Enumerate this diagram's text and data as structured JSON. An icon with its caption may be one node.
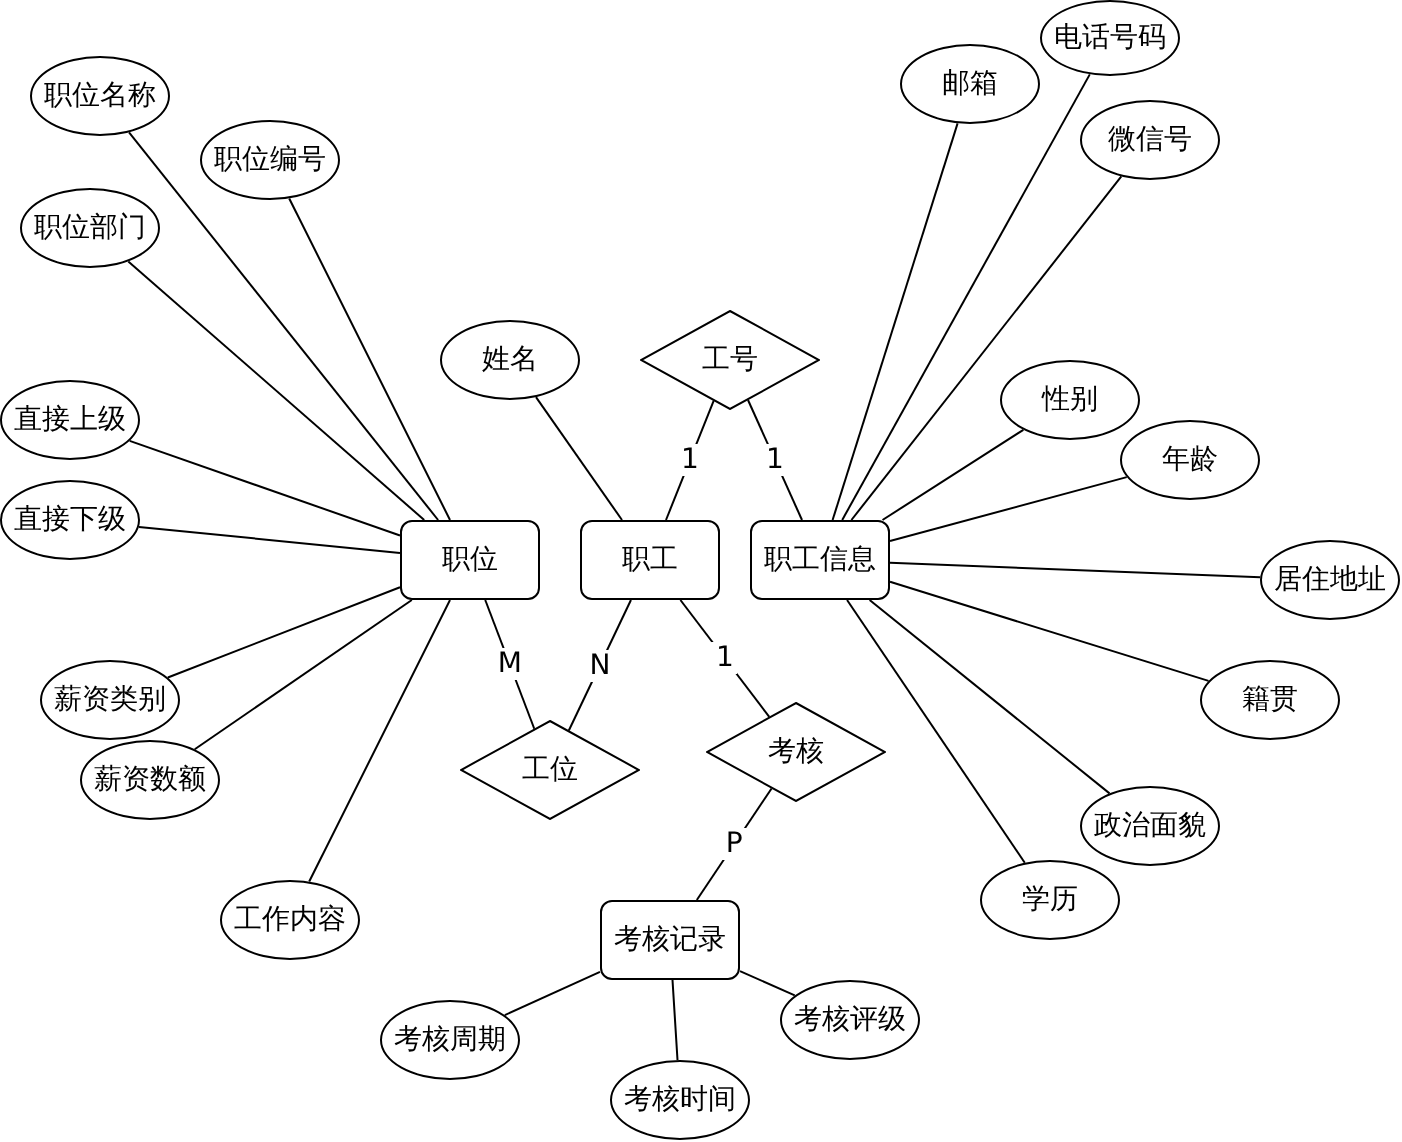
{
  "diagram": {
    "nodes": [
      {
        "text": [
          "职位名称"
        ]
      },
      {
        "text": [
          "职位编号"
        ]
      },
      {
        "text": [
          "职位部门"
        ]
      },
      {
        "text": [
          "直接上级"
        ]
      },
      {
        "text": [
          "直接下级"
        ]
      },
      {
        "text": [
          "职位"
        ]
      },
      {
        "text": [
          "姓名"
        ]
      },
      {
        "text": [
          "工号"
        ]
      },
      {
        "text": [
          "职工"
        ]
      },
      {
        "text": [
          "职工信息"
        ]
      },
      {
        "text": [
          "邮箱"
        ]
      },
      {
        "text": [
          "电话号码"
        ]
      },
      {
        "text": [
          "微信号"
        ]
      },
      {
        "text": [
          "性别"
        ]
      },
      {
        "text": [
          "年龄"
        ]
      },
      {
        "text": [
          "居住地址"
        ]
      },
      {
        "text": [
          "籍贯"
        ]
      },
      {
        "text": [
          "政治面貌"
        ]
      },
      {
        "text": [
          "学历"
        ]
      },
      {
        "text": [
          "薪资类别"
        ]
      },
      {
        "text": [
          "薪资数额"
        ]
      },
      {
        "text": [
          "工作内容"
        ]
      },
      {
        "text": [
          "工位"
        ]
      },
      {
        "text": [
          "考核"
        ]
      },
      {
        "text": [
          "考核记录"
        ]
      },
      {
        "text": [
          "考核周期"
        ]
      },
      {
        "text": [
          "考核时间"
        ]
      },
      {
        "text": [
          "考核评级"
        ]
      }
    ],
    "edges": [
      {
        "from": 0,
        "to": 5,
        "arrow": "none"
      },
      {
        "from": 1,
        "to": 5,
        "arrow": "none"
      },
      {
        "from": 2,
        "to": 5,
        "arrow": "none"
      },
      {
        "from": 3,
        "to": 5,
        "arrow": "none"
      },
      {
        "from": 4,
        "to": 5,
        "arrow": "none"
      },
      {
        "from": 19,
        "to": 5,
        "arrow": "none"
      },
      {
        "from": 20,
        "to": 5,
        "arrow": "none"
      },
      {
        "from": 21,
        "to": 5,
        "arrow": "none"
      },
      {
        "from": 6,
        "to": 8,
        "arrow": "none"
      },
      {
        "from": 7,
        "to": 8,
        "arrow": "none",
        "label": "1"
      },
      {
        "from": 7,
        "to": 9,
        "arrow": "none",
        "label": "1"
      },
      {
        "from": 10,
        "to": 9,
        "arrow": "none"
      },
      {
        "from": 11,
        "to": 9,
        "arrow": "none"
      },
      {
        "from": 12,
        "to": 9,
        "arrow": "none"
      },
      {
        "from": 13,
        "to": 9,
        "arrow": "none"
      },
      {
        "from": 14,
        "to": 9,
        "arrow": "none"
      },
      {
        "from": 15,
        "to": 9,
        "arrow": "none"
      },
      {
        "from": 16,
        "to": 9,
        "arrow": "none"
      },
      {
        "from": 17,
        "to": 9,
        "arrow": "none"
      },
      {
        "from": 18,
        "to": 9,
        "arrow": "none"
      },
      {
        "from": 5,
        "to": 22,
        "arrow": "none",
        "label": "M"
      },
      {
        "from": 8,
        "to": 22,
        "arrow": "none",
        "label": "N"
      },
      {
        "from": 8,
        "to": 23,
        "arrow": "none",
        "label": "1"
      },
      {
        "from": 23,
        "to": 24,
        "arrow": "none",
        "label": "P"
      },
      {
        "from": 25,
        "to": 24,
        "arrow": "none"
      },
      {
        "from": 26,
        "to": 24,
        "arrow": "none"
      },
      {
        "from": 27,
        "to": 24,
        "arrow": "none"
      }
    ]
  }
}
